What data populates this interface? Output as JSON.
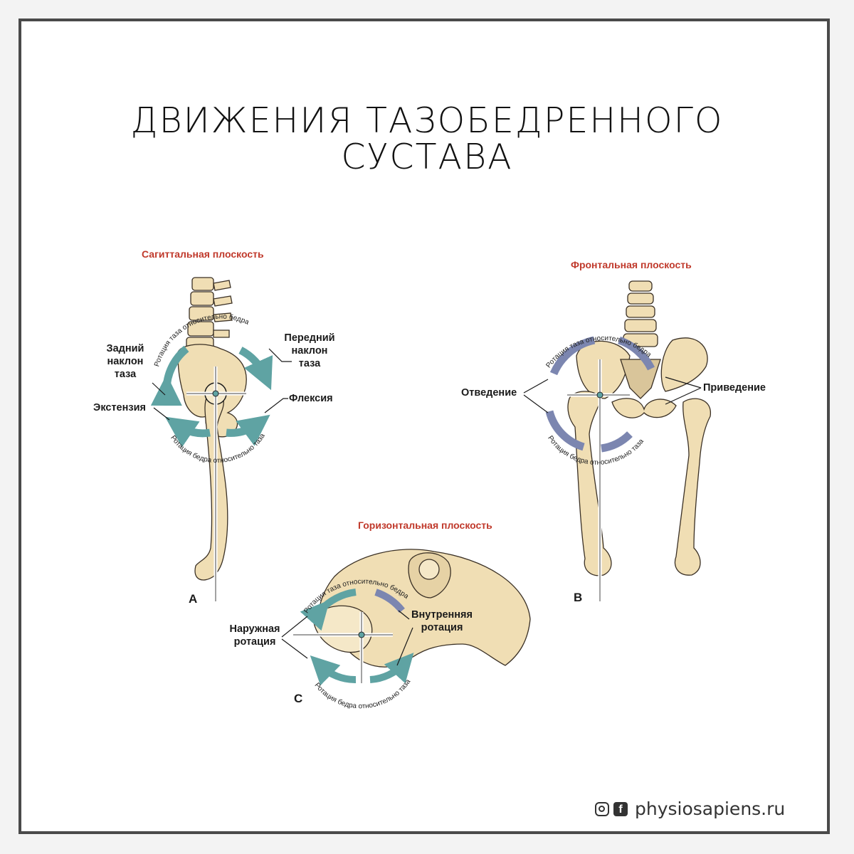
{
  "title": {
    "line1": "ДВИЖЕНИЯ ТАЗОБЕДРЕННОГО",
    "line2": "СУСТАВА"
  },
  "colors": {
    "bone": "#f0deb4",
    "bone_outline": "#3a3025",
    "plane_label": "#c0392b",
    "arrow_teal": "#5fa3a3",
    "arrow_blue": "#7c86b0"
  },
  "panel_a": {
    "plane": "Сагиттальная плоскость",
    "letter": "A",
    "posterior_tilt": [
      "Задний",
      "наклон",
      "таза"
    ],
    "anterior_tilt": [
      "Передний",
      "наклон",
      "таза"
    ],
    "extension": "Экстензия",
    "flexion": "Флексия",
    "arc_top": "Ротация таза относительно бедра",
    "arc_bottom": "Ротация бедра относительно таза"
  },
  "panel_b": {
    "plane": "Фронтальная плоскость",
    "letter": "B",
    "abduction": "Отведение",
    "adduction": "Приведение",
    "arc_top": "Ротация таза относительно бедра",
    "arc_bottom": "Ротация бедра относительно таза"
  },
  "panel_c": {
    "plane": "Горизонтальная плоскость",
    "letter": "C",
    "external_rotation": [
      "Наружная",
      "ротация"
    ],
    "internal_rotation": [
      "Внутренняя",
      "ротация"
    ],
    "arc_top": "Ротация таза относительно бедра",
    "arc_bottom": "Ротация бедра относительно таза"
  },
  "footer": {
    "instagram_icon": "instagram-icon",
    "facebook_icon": "facebook-icon",
    "site": "physiosapiens.ru"
  }
}
